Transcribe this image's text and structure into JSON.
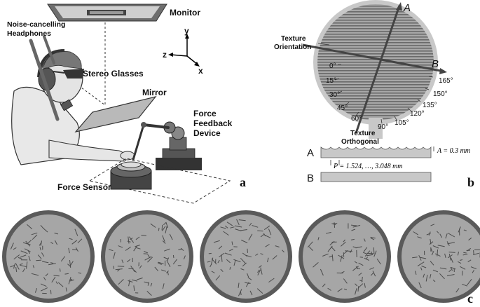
{
  "panel_a": {
    "letter": "a",
    "labels": {
      "monitor": "Monitor",
      "headphones_line1": "Noise-cancelling",
      "headphones_line2": "Headphones",
      "stereo_glasses": "Stereo Glasses",
      "mirror": "Mirror",
      "force_feedback_line1": "Force",
      "force_feedback_line2": "Feedback",
      "force_feedback_line3": "Device",
      "force_sensor": "Force Sensor"
    },
    "axes": {
      "y": "y",
      "z": "z",
      "x": "x"
    }
  },
  "panel_b": {
    "letter": "b",
    "axis_a": "A",
    "axis_b": "B",
    "texture_orientation_line1": "Texture",
    "texture_orientation_line2": "Orientation",
    "texture_orthogonal_line1": "Texture",
    "texture_orthogonal_line2": "Orthogonal",
    "angles": [
      "0°",
      "15°",
      "30°",
      "45°",
      "60°",
      "90°",
      "105°",
      "120°",
      "135°",
      "150°",
      "165°"
    ],
    "profile_a_label": "A",
    "profile_b_label": "B",
    "amplitude_text": "A = 0.3 mm",
    "period_text": "P = 1.524, …, 3.048 mm"
  },
  "panel_c": {
    "letter": "c",
    "disc_count": 5
  },
  "colors": {
    "disc_border": "#5a5a5a",
    "disc_fill": "#a6a6a6",
    "texture_disc": "#9a9a9a",
    "texture_rim": "#c8c8c8"
  }
}
